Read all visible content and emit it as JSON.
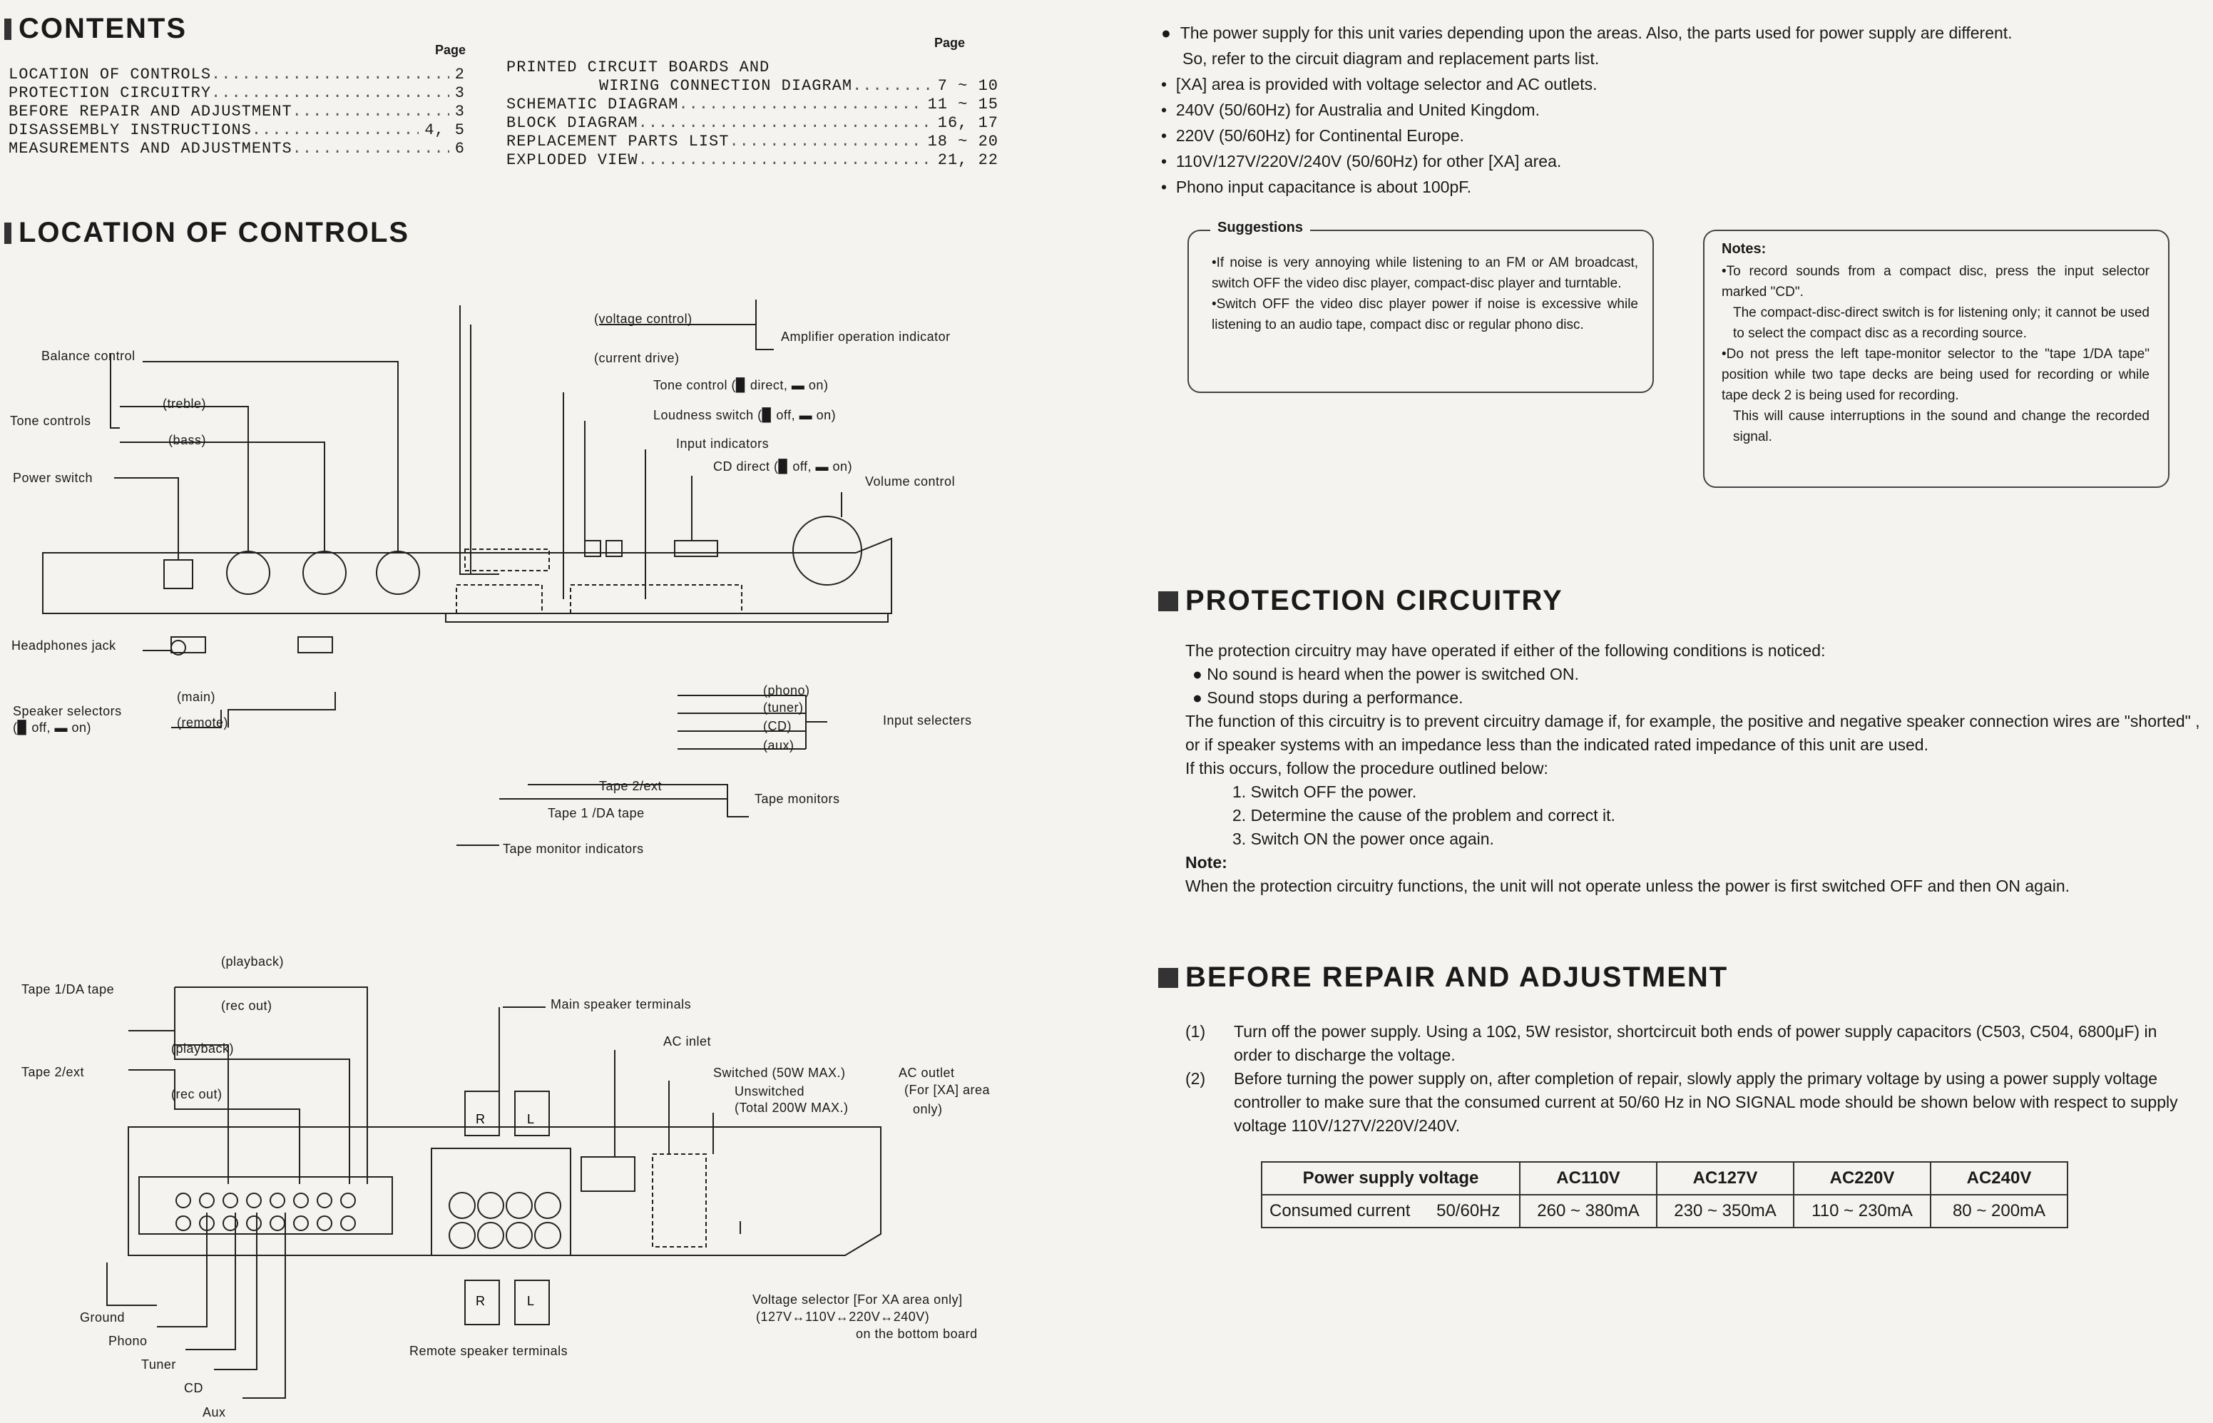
{
  "contents": {
    "title": "CONTENTS",
    "page_label_left": "Page",
    "page_label_right": "Page",
    "left_items": [
      {
        "title": "LOCATION OF CONTROLS",
        "page": "2"
      },
      {
        "title": "PROTECTION CIRCUITRY",
        "page": "3"
      },
      {
        "title": "BEFORE REPAIR AND ADJUSTMENT",
        "page": "3"
      },
      {
        "title": "DISASSEMBLY INSTRUCTIONS",
        "page": "4, 5"
      },
      {
        "title": "MEASUREMENTS AND ADJUSTMENTS",
        "page": "6"
      }
    ],
    "right_items": [
      {
        "title": "PRINTED CIRCUIT BOARDS AND",
        "page": ""
      },
      {
        "title": "WIRING CONNECTION DIAGRAM",
        "page": "7 ~ 10"
      },
      {
        "title": "SCHEMATIC DIAGRAM",
        "page": "11 ~ 15"
      },
      {
        "title": "BLOCK DIAGRAM",
        "page": "16, 17"
      },
      {
        "title": "REPLACEMENT PARTS LIST",
        "page": "18 ~ 20"
      },
      {
        "title": "EXPLODED VIEW",
        "page": "21, 22"
      }
    ]
  },
  "location": {
    "title": "LOCATION OF CONTROLS",
    "front_labels": {
      "voltage_control": "(voltage control)",
      "current_drive": "(current drive)",
      "amp_indicator": "Amplifier operation indicator",
      "balance": "Balance control",
      "tone_controls": "Tone controls",
      "treble": "(treble)",
      "bass": "(bass)",
      "tone_control": "Tone control (▉ direct, ▬ on)",
      "loudness": "Loudness switch (▉ off, ▬ on)",
      "input_indicators": "Input indicators",
      "cd_direct": "CD direct (▉ off, ▬ on)",
      "volume": "Volume control",
      "power": "Power switch",
      "headphones": "Headphones jack",
      "speaker_selectors": "Speaker selectors",
      "speaker_sel_note": "(▉ off, ▬ on)",
      "main": "(main)",
      "remote": "(remote)",
      "phono": "(phono)",
      "tuner": "(tuner)",
      "cd": "(CD)",
      "aux": "(aux)",
      "input_selecters": "Input selecters",
      "tape2": "Tape 2/ext",
      "tape1": "Tape 1 /DA tape",
      "tape_monitors": "Tape monitors",
      "tape_monitor_ind": "Tape monitor indicators"
    },
    "rear_labels": {
      "tape1": "Tape 1/DA tape",
      "tape2": "Tape 2/ext",
      "playback": "(playback)",
      "rec_out1": "(rec out)",
      "playback2": "(playback)",
      "rec_out2": "(rec out)",
      "main_spk": "Main speaker terminals",
      "ac_inlet": "AC inlet",
      "switched": "Switched (50W MAX.)",
      "unswitched": "Unswitched",
      "total": "(Total 200W MAX.)",
      "ac_outlet": "AC outlet",
      "ac_outlet_note1": "(For [XA] area",
      "ac_outlet_note2": "only)",
      "voltage_sel1": "Voltage selector [For XA area only]",
      "voltage_sel2": "(127V↔110V↔220V↔240V)",
      "voltage_sel3": "on the bottom board",
      "ground": "Ground",
      "phono": "Phono",
      "tuner": "Tuner",
      "cd": "CD",
      "aux": "Aux",
      "remote_spk": "Remote speaker terminals",
      "r": "R",
      "l": "L"
    }
  },
  "power_notes": [
    "The power supply for this unit varies depending upon the areas.  Also, the parts used for power supply are different.",
    "So, refer to the circuit diagram and replacement parts list.",
    "[XA] area is provided with voltage selector and AC outlets.",
    "240V (50/60Hz) for Australia and United Kingdom.",
    "220V (50/60Hz) for Continental Europe.",
    "110V/127V/220V/240V (50/60Hz) for other [XA] area.",
    "Phono input capacitance is about 100pF."
  ],
  "suggestions": {
    "title": "Suggestions",
    "items": [
      "•If noise is very annoying while listening to an FM or AM broadcast, switch OFF the video disc player, compact-disc player and turntable.",
      "•Switch OFF the video disc player power if noise is excessive while listening to an audio tape, compact disc or regular phono disc."
    ]
  },
  "notes": {
    "title": "Notes:",
    "items": [
      "•To record sounds from a compact disc, press the input selector marked \"CD\".",
      "The compact-disc-direct switch is for listening only; it cannot be used to select the compact disc as a recording source.",
      "•Do not press the left tape-monitor selector to the \"tape 1/DA tape\" position while two tape decks are being used for recording or while tape deck 2 is being used for recording.",
      "This will cause interruptions in the sound and change the recorded signal."
    ]
  },
  "protection": {
    "title": "PROTECTION CIRCUITRY",
    "intro": "The protection circuitry may have operated if either of the following conditions is noticed:",
    "bullets": [
      "No sound is heard when the power is switched ON.",
      "Sound stops during a performance."
    ],
    "para1": "The function of this circuitry is to prevent circuitry damage if, for example, the positive and negative speaker connection wires are \"shorted\" , or if speaker systems with an impedance less than the indicated rated  impedance of this unit are used.",
    "para2": "If this occurs, follow the procedure outlined below:",
    "steps": [
      "1.  Switch OFF the power.",
      "2.  Determine the cause of the problem and correct it.",
      "3.  Switch ON the power once again."
    ],
    "note_label": "Note:",
    "note": "When the protection circuitry functions, the unit will not operate unless the power is first switched OFF and then ON again."
  },
  "before_repair": {
    "title": "BEFORE REPAIR AND ADJUSTMENT",
    "items": [
      {
        "num": "(1)",
        "text": "Turn off the power supply. Using a 10Ω, 5W resistor, shortcircuit both ends of power supply capacitors (C503, C504, 6800μF) in order to discharge the voltage."
      },
      {
        "num": "(2)",
        "text": "Before turning the power supply on, after completion of repair, slowly apply the primary voltage by using a power supply voltage controller to make sure that the consumed current at 50/60 Hz in NO SIGNAL mode should be shown below with respect to supply voltage 110V/127V/220V/240V."
      }
    ],
    "table": {
      "headers": [
        "Power supply voltage",
        "AC110V",
        "AC127V",
        "AC220V",
        "AC240V"
      ],
      "row_label": "Consumed current",
      "row_freq": "50/60Hz",
      "values": [
        "260 ~ 380mA",
        "230 ~ 350mA",
        "110 ~ 230mA",
        "80 ~ 200mA"
      ]
    }
  }
}
